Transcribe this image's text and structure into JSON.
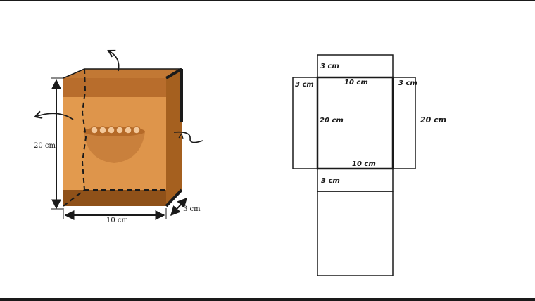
{
  "box_diagram": {
    "height_label": "20 cm",
    "width_label": "10 cm",
    "depth_label": "3 cm"
  },
  "net_diagram": {
    "top_flap_label": "3 cm",
    "center_top_label": "10 cm",
    "left_flap_label": "3 cm",
    "right_flap_label": "3 cm",
    "center_left_label": "20 cm",
    "right_outer_label": "20 cm",
    "center_bottom_label": "10 cm",
    "bottom_flap_label": "3 cm"
  },
  "colors": {
    "box_face": "#E29A4E",
    "box_band": "#B86D2C",
    "box_side": "#A5601F",
    "box_bottom": "#8F5119",
    "bowl": "#C9803C",
    "ring": "#F3C89A",
    "line": "#1a1a1a"
  }
}
